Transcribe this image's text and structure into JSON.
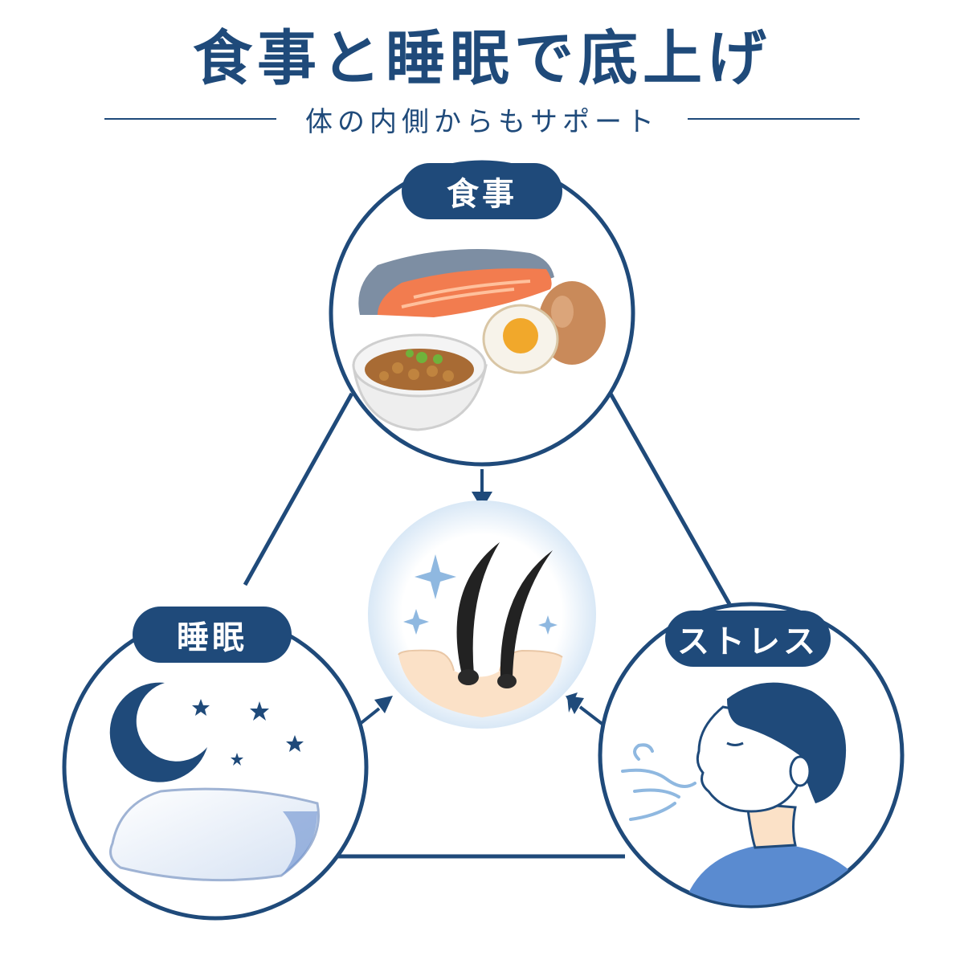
{
  "title": "食事と睡眠で底上げ",
  "subtitle": "体の内側からもサポート",
  "nodes": {
    "food": {
      "label": "食事"
    },
    "sleep": {
      "label": "睡眠"
    },
    "stress": {
      "label": "ストレス"
    }
  },
  "colors": {
    "navy": "#1f4a7a",
    "salmon": "#f27c4f",
    "skin_light": "#fbe1c7",
    "sparkle": "#8fb8e0",
    "shirt": "#5a8bd0"
  }
}
